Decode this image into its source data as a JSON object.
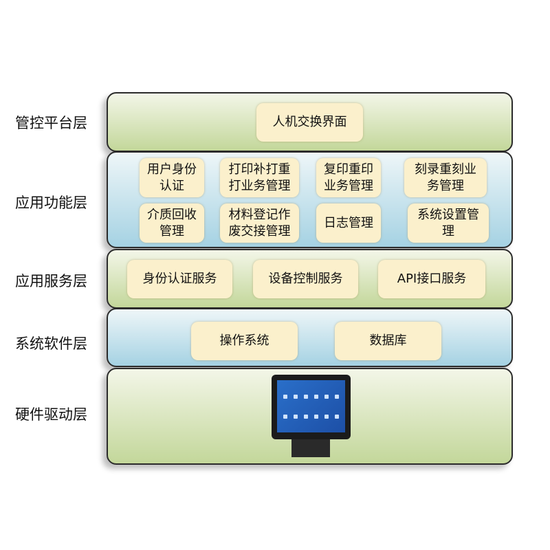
{
  "layers": [
    {
      "label": "管控平台层",
      "items": [
        "人机交换界面"
      ]
    },
    {
      "label": "应用功能层",
      "items": [
        "用户身份\n认证",
        "打印补打重\n打业务管理",
        "复印重印\n业务管理",
        "刻录重刻业\n务管理",
        "介质回收\n管理",
        "材料登记作\n废交接管理",
        "日志管理",
        "系统设置管\n理"
      ]
    },
    {
      "label": "应用服务层",
      "items": [
        "身份认证服务",
        "设备控制服务",
        "API接口服务"
      ]
    },
    {
      "label": "系统软件层",
      "items": [
        "操作系统",
        "数据库"
      ]
    },
    {
      "label": "硬件驱动层",
      "items": []
    }
  ],
  "colors": {
    "green_layer": "#c3d79a",
    "blue_layer": "#a5d2e3",
    "item": "#fbf0cc"
  }
}
